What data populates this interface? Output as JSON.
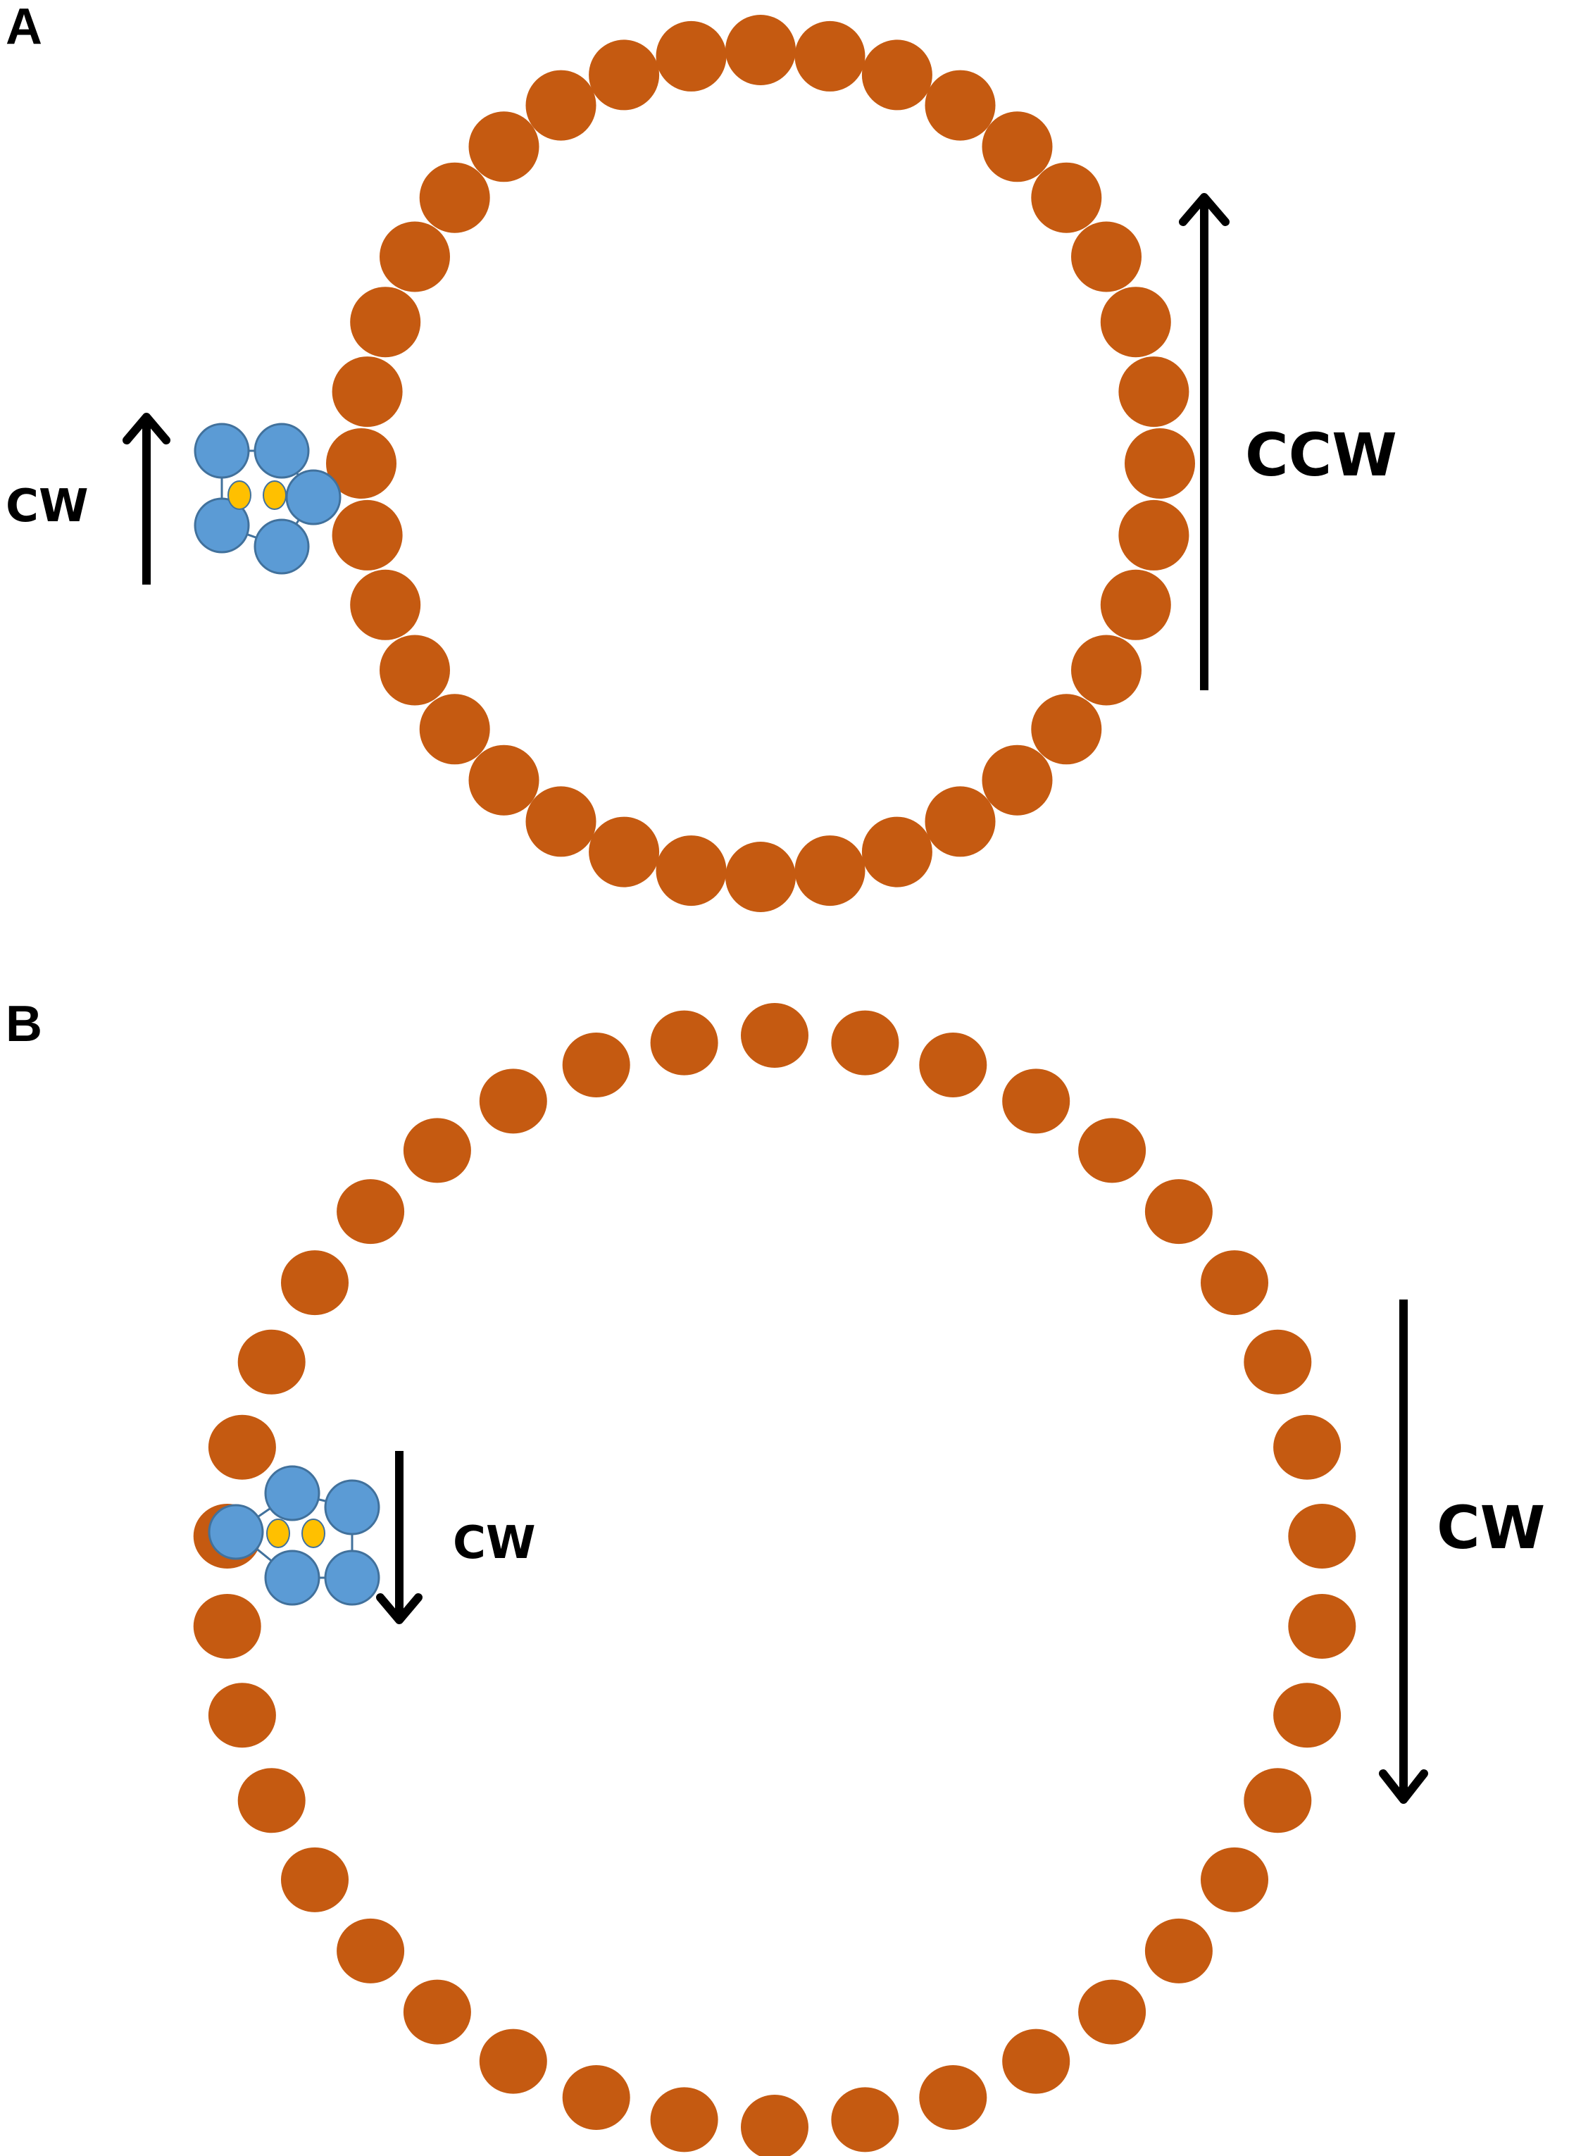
{
  "panels": [
    {
      "id": "A",
      "letter": "A",
      "ring_label": "CCW",
      "motor_label": "CW"
    },
    {
      "id": "B",
      "letter": "B",
      "ring_label": "CW",
      "motor_label": "CW"
    }
  ],
  "colors": {
    "ring_bead": "#C55A11",
    "motor_bead": "#5B9BD5",
    "motor_core": "#FFC000",
    "arrow": "#000000"
  }
}
